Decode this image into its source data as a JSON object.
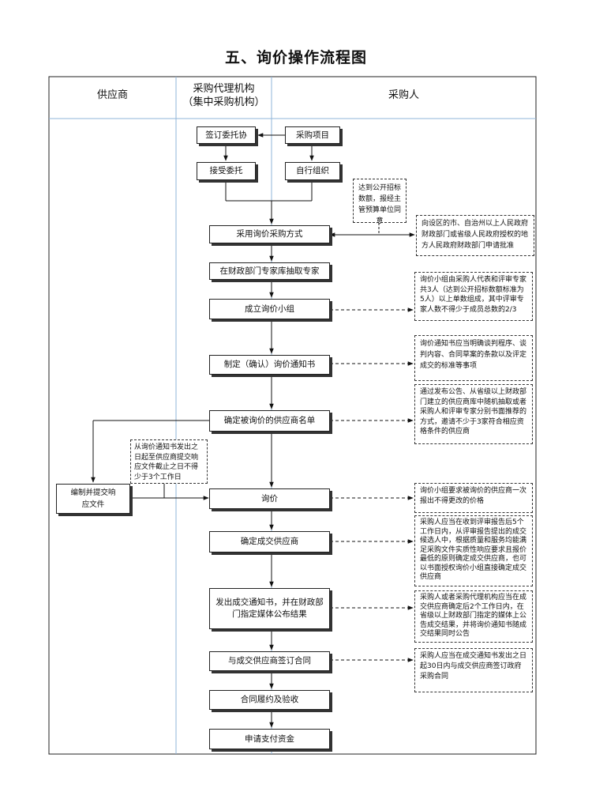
{
  "title": "五、询价操作流程图",
  "lanes": {
    "supplier": "供应商",
    "agency_line1": "采购代理机构",
    "agency_line2": "（集中采购机构）",
    "purchaser": "采购人"
  },
  "steps": {
    "sign_entrust": "签订委托协",
    "project": "采购项目",
    "accept_entrust": "接受委托",
    "self_organize": "自行组织",
    "adopt_method": "采用询价采购方式",
    "draw_experts": "在财政部门专家库抽取专家",
    "form_group": "成立询价小组",
    "make_notice": "制定（确认）询价通知书",
    "confirm_list": "确定被询价的供应商名单",
    "prepare_response": "编制并提交响应文件",
    "inquiry": "询价",
    "confirm_supplier": "确定成交供应商",
    "send_notice": "发出成交通知书，并在财政部门指定媒体公布结果",
    "sign_contract": "与成交供应商签订合同",
    "perform": "合同履约及验收",
    "apply_payment": "申请支付资金"
  },
  "notes": {
    "threshold": "达到公开招标数额，报经主管预算单位同意",
    "approval": "向设区的市、自治州以上人民政府财政部门或省级人民政府授权的地方人民政府财政部门申请批准",
    "group": "询价小组由采购人代表和评审专家共3人（达到公开招标数额标准为5人）以上单数组成，其中评审专家人数不得少于成员总数的2/3",
    "notice": "询价通知书应当明确谈判程序、谈判内容、合同草案的条款以及评定成交的标准等事项",
    "list": "通过发布公告、从省级以上财政部门建立的供应商库中随机抽取或者采购人和评审专家分别书面推荐的方式，邀请不少于3家符合相应资格条件的供应商",
    "deadline": "从询价通知书发出之日起至供应商提交响应文件截止之日不得少于3个工作日",
    "one_price": "询价小组要求被询价的供应商一次报出不得更改的价格",
    "confirm": "采购人应当在收到评审报告后5个工作日内，从评审报告提出的成交候选人中，根据质量和服务均能满足采购文件实质性响应要求且报价最低的原则确定成交供应商，也可以书面授权询价小组直接确定成交供应商",
    "publish": "采购人或者采购代理机构应当在成交供应商确定后2个工作日内，在省级以上财政部门指定的媒体上公告成交结果，并将询价通知书随成交结果同时公告",
    "contract": "采购人应当在成交通知书发出之日起30日内与成交供应商签订政府采购合同"
  },
  "colors": {
    "lane_line": "#8fb4d9",
    "frame": "#222222"
  }
}
